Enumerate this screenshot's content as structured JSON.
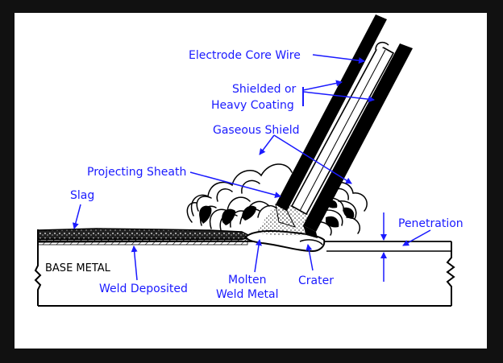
{
  "labels": {
    "electrode_core_wire": "Electrode Core Wire",
    "shielded_or": "Shielded or",
    "heavy_coating": "Heavy Coating",
    "gaseous_shield": "Gaseous Shield",
    "projecting_sheath": "Projecting Sheath",
    "slag": "Slag",
    "penetration": "Penetration",
    "base_metal": "BASE METAL",
    "weld_deposited": "Weld Deposited",
    "molten": "Molten",
    "weld_metal": "Weld Metal",
    "crater": "Crater"
  },
  "colors": {
    "label": "#1a1aff",
    "outer_frame": "#111111",
    "panel": "#ffffff",
    "ink": "#000000"
  }
}
